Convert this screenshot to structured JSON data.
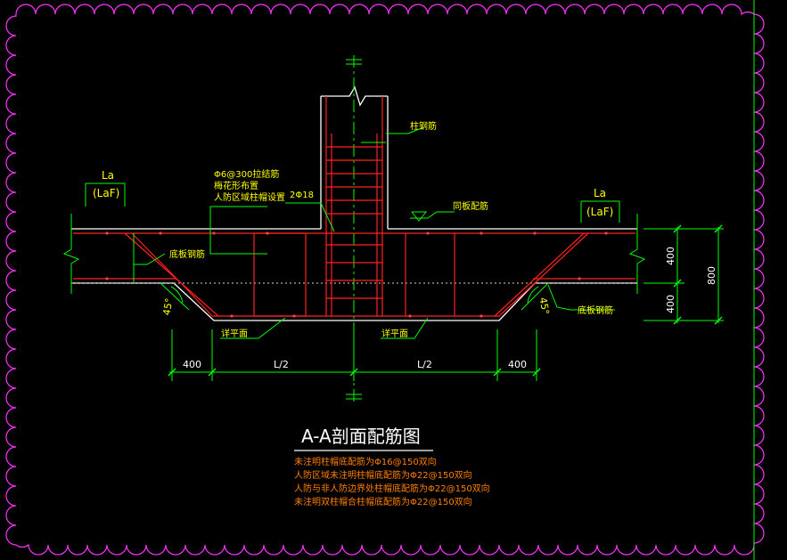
{
  "colors": {
    "background": "#000000",
    "frame": "#ff33ff",
    "outline": "#ffffff",
    "rebar": "#ff2020",
    "dimension": "#00ff00",
    "label": "#ffff00",
    "title": "#ffffff",
    "notes": "#ff8000",
    "edge_line": "#00ff00"
  },
  "labels": {
    "la_left": "La",
    "lof_left": "(LaF)",
    "la_right": "La",
    "lof_right": "(LaF)",
    "col_rebar": "柱钢筋",
    "stirrup_note_1": "Φ6@300拉结筋",
    "stirrup_note_2": "梅花形布置",
    "stirrup_note_3": "人防区域柱帽设置",
    "bar_2d18": "2Φ18",
    "same_slab": "同板配筋",
    "bottom_bar_left": "底板钢筋",
    "bottom_bar_right": "底板钢筋",
    "level_left": "详平面",
    "level_right": "详平面",
    "angle_left": "45°",
    "angle_right": "45°"
  },
  "dimensions": {
    "h_top": "400",
    "h_bottom": "400",
    "h_total": "800",
    "w_left_400": "400",
    "w_left_half": "L/2",
    "w_right_half": "L/2",
    "w_right_400": "400"
  },
  "title": {
    "main": "A-A剖面配筋图"
  },
  "notes": [
    "未注明柱帽底配筋为Φ16@150双向",
    "人防区域未注明柱帽底配筋为Φ22@150双向",
    "人防与非人防边界处柱帽底配筋为Φ22@150双向",
    "未注明双柱帽合柱帽底配筋为Φ22@150双向"
  ]
}
